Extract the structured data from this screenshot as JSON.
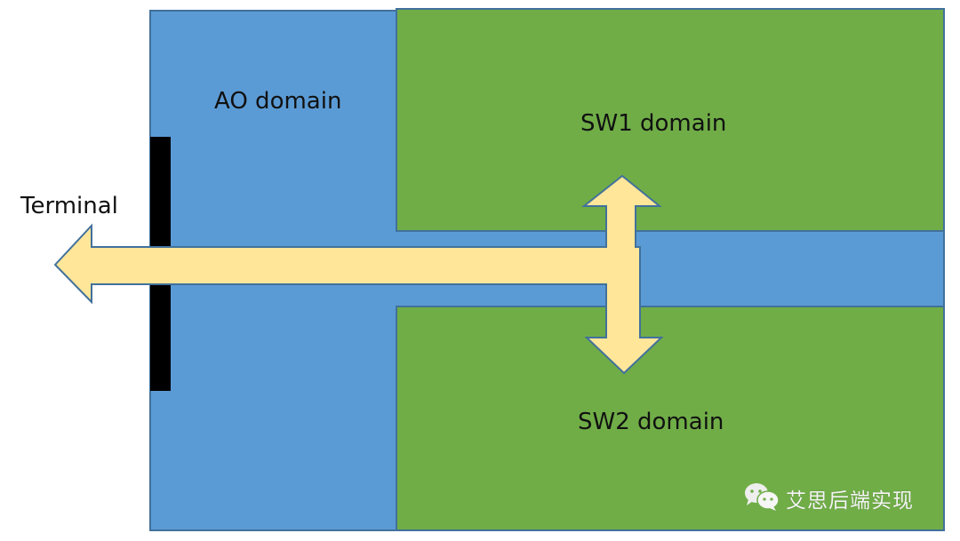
{
  "diagram": {
    "domains": [
      {
        "id": "ao",
        "label": "AO domain",
        "fill": "#5b9bd5"
      },
      {
        "id": "sw1",
        "label": "SW1 domain",
        "fill": "#70ad47"
      },
      {
        "id": "sw2",
        "label": "SW2 domain",
        "fill": "#70ad47"
      }
    ],
    "terminal": {
      "label": "Terminal",
      "bar_color": "#000000"
    },
    "arrow": {
      "fill": "#ffe699",
      "stroke": "#41719c",
      "description": "Bidirectional signal path from SW1 and SW2 through AO channel to Terminal"
    },
    "border_color": "#41719c"
  },
  "watermark": {
    "icon": "wechat-icon",
    "text": "艾思后端实现"
  }
}
